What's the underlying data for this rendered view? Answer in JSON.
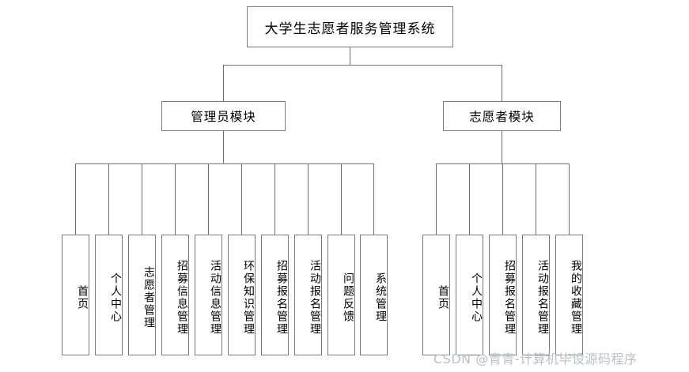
{
  "diagram": {
    "type": "tree",
    "title": "大学生志愿者服务管理系统",
    "root": {
      "label": "大学生志愿者服务管理系统"
    },
    "modules": [
      {
        "label": "管理员模块"
      },
      {
        "label": "志愿者模块"
      }
    ],
    "admin_leaves": [
      {
        "label": "首页"
      },
      {
        "label": "个人中心"
      },
      {
        "label": "志愿者管理"
      },
      {
        "label": "招募信息管理"
      },
      {
        "label": "活动信息管理"
      },
      {
        "label": "环保知识管理"
      },
      {
        "label": "招募报名管理"
      },
      {
        "label": "活动报名管理"
      },
      {
        "label": "问题反馈"
      },
      {
        "label": "系统管理"
      }
    ],
    "volunteer_leaves": [
      {
        "label": "首页"
      },
      {
        "label": "个人中心"
      },
      {
        "label": "招募报名管理"
      },
      {
        "label": "活动报名管理"
      },
      {
        "label": "我的收藏管理"
      }
    ],
    "watermark": "CSDN @青青-计算机毕设源码程序",
    "colors": {
      "line": "#6f6f6f",
      "border": "#7b7b7b",
      "text": "#000000",
      "background": "#ffffff",
      "watermark": "#b9c0c6"
    }
  }
}
